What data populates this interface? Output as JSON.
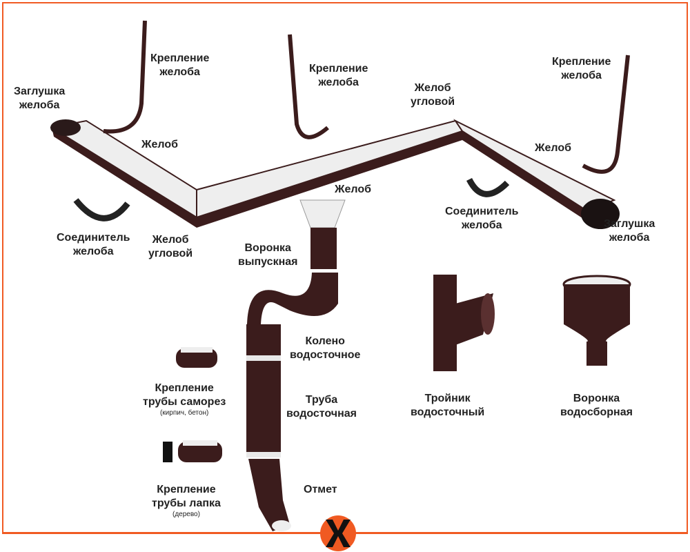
{
  "labels": {
    "cap_left": [
      "Заглушка",
      "желоба"
    ],
    "bracket_1": [
      "Крепление",
      "желоба"
    ],
    "bracket_2": [
      "Крепление",
      "желоба"
    ],
    "bracket_3": [
      "Крепление",
      "желоба"
    ],
    "corner_top": [
      "Желоб",
      "угловой"
    ],
    "gutter_1": "Желоб",
    "gutter_2": "Желоб",
    "gutter_3": "Желоб",
    "connector_left": [
      "Соединитель",
      "желоба"
    ],
    "corner_bottom": [
      "Желоб",
      "угловой"
    ],
    "outlet": [
      "Воронка",
      "выпускная"
    ],
    "connector_right": [
      "Соединитель",
      "желоба"
    ],
    "cap_right": [
      "Заглушка",
      "желоба"
    ],
    "elbow": [
      "Колено",
      "водосточное"
    ],
    "pipe": [
      "Труба",
      "водосточная"
    ],
    "clamp_screw": [
      "Крепление",
      "трубы саморез"
    ],
    "clamp_screw_note": "(кирпич, бетон)",
    "clamp_leg": [
      "Крепление",
      "трубы лапка"
    ],
    "clamp_leg_note": "(дерево)",
    "outlet_bottom": "Отмет",
    "tee": [
      "Тройник",
      "водосточный"
    ],
    "funnel": [
      "Воронка",
      "водосборная"
    ]
  },
  "colors": {
    "brown": "#3b1c1c",
    "orange": "#f05a22",
    "light": "#ececec"
  }
}
